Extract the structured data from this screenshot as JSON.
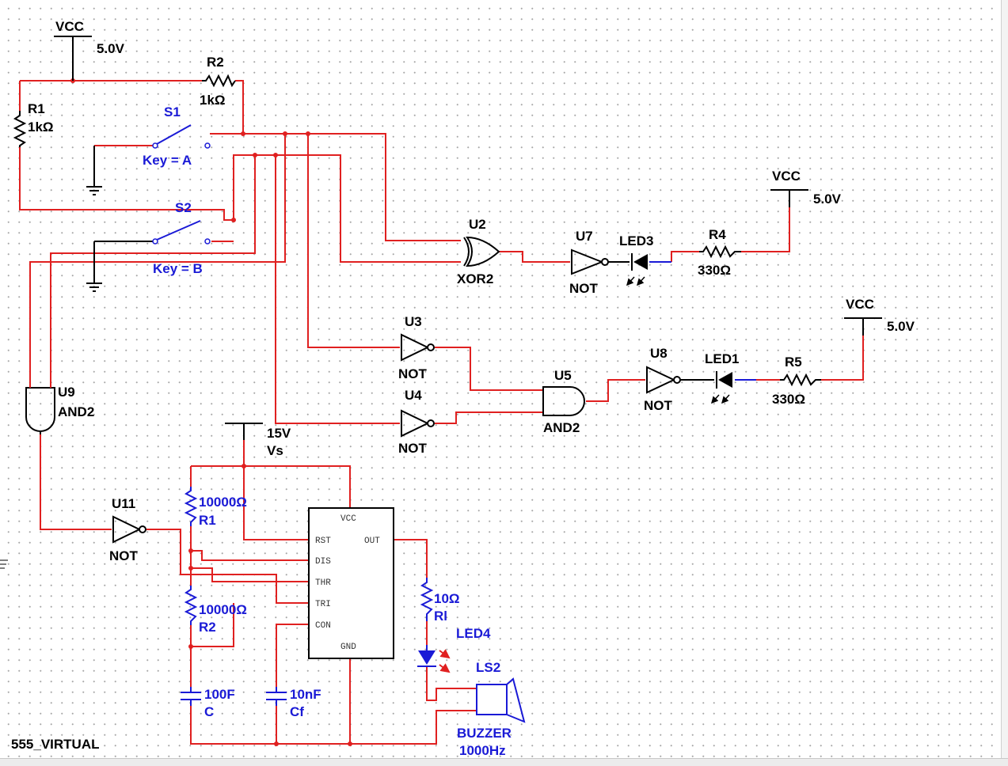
{
  "power": {
    "vcc1": {
      "name": "VCC",
      "voltage": "5.0V"
    },
    "vcc2": {
      "name": "VCC",
      "voltage": "5.0V"
    },
    "vcc3": {
      "name": "VCC",
      "voltage": "5.0V"
    },
    "vs": {
      "voltage": "15V",
      "name": "Vs"
    }
  },
  "resistors": {
    "r1_top": {
      "ref": "R1",
      "value": "1kΩ"
    },
    "r2_top": {
      "ref": "R2",
      "value": "1kΩ"
    },
    "r4": {
      "ref": "R4",
      "value": "330Ω"
    },
    "r5": {
      "ref": "R5",
      "value": "330Ω"
    },
    "r1_timer": {
      "ref": "R1",
      "value": "10000Ω"
    },
    "r2_timer": {
      "ref": "R2",
      "value": "10000Ω"
    },
    "rl": {
      "ref": "Rl",
      "value": "10Ω"
    }
  },
  "switches": {
    "s1": {
      "ref": "S1",
      "key": "Key = A"
    },
    "s2": {
      "ref": "S2",
      "key": "Key = B"
    }
  },
  "gates": {
    "u2": {
      "ref": "U2",
      "type": "XOR2"
    },
    "u7": {
      "ref": "U7",
      "type": "NOT"
    },
    "u3": {
      "ref": "U3",
      "type": "NOT"
    },
    "u4": {
      "ref": "U4",
      "type": "NOT"
    },
    "u5": {
      "ref": "U5",
      "type": "AND2"
    },
    "u8": {
      "ref": "U8",
      "type": "NOT"
    },
    "u9": {
      "ref": "U9",
      "type": "AND2"
    },
    "u11": {
      "ref": "U11",
      "type": "NOT"
    }
  },
  "leds": {
    "led3": "LED3",
    "led1": "LED1",
    "led4": "LED4"
  },
  "capacitors": {
    "c": {
      "ref": "C",
      "value": "100F"
    },
    "cf": {
      "ref": "Cf",
      "value": "10nF"
    }
  },
  "timer": {
    "name": "555_VIRTUAL",
    "pins": {
      "vcc": "VCC",
      "rst": "RST",
      "out": "OUT",
      "dis": "DIS",
      "thr": "THR",
      "tri": "TRI",
      "con": "CON",
      "gnd": "GND"
    }
  },
  "buzzer": {
    "ref": "LS2",
    "type": "BUZZER",
    "freq": "1000Hz"
  },
  "colors": {
    "wire": "#e02020",
    "component_blue": "#1a1ad6",
    "led_glow": "#e02020"
  }
}
